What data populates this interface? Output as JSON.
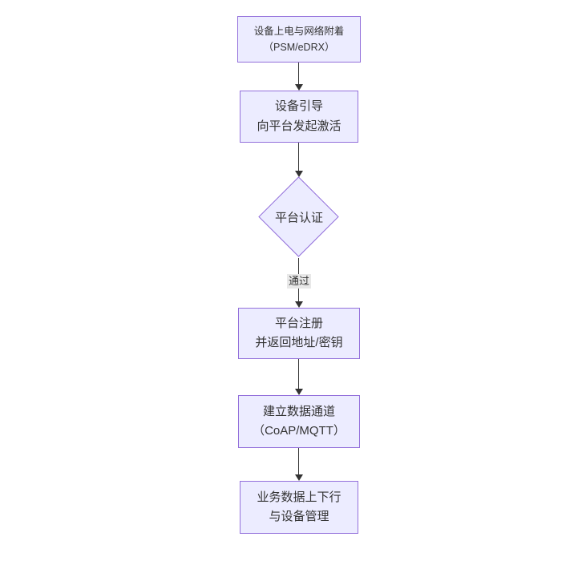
{
  "diagram": {
    "type": "flowchart",
    "direction": "top-down",
    "colors": {
      "node_fill": "#ECECFF",
      "node_border": "#9370DB",
      "text": "#333333",
      "edge": "#333333",
      "edge_label_bg": "#e8e8e8",
      "background": "#ffffff"
    },
    "nodes": [
      {
        "id": "power-attach",
        "shape": "rect",
        "lines": [
          "设备上电与网络附着",
          "（PSM/eDRX）"
        ]
      },
      {
        "id": "bootstrap",
        "shape": "rect",
        "lines": [
          "设备引导",
          "向平台发起激活"
        ]
      },
      {
        "id": "platform-auth",
        "shape": "diamond",
        "lines": [
          "平台认证"
        ]
      },
      {
        "id": "platform-register",
        "shape": "rect",
        "lines": [
          "平台注册",
          "并返回地址/密钥"
        ]
      },
      {
        "id": "data-channel",
        "shape": "rect",
        "lines": [
          "建立数据通道",
          "（CoAP/MQTT）"
        ]
      },
      {
        "id": "business-data",
        "shape": "rect",
        "lines": [
          "业务数据上下行",
          "与设备管理"
        ]
      }
    ],
    "edges": [
      {
        "from": "power-attach",
        "to": "bootstrap",
        "label": ""
      },
      {
        "from": "bootstrap",
        "to": "platform-auth",
        "label": ""
      },
      {
        "from": "platform-auth",
        "to": "platform-register",
        "label": "通过"
      },
      {
        "from": "platform-register",
        "to": "data-channel",
        "label": ""
      },
      {
        "from": "data-channel",
        "to": "business-data",
        "label": ""
      }
    ]
  }
}
